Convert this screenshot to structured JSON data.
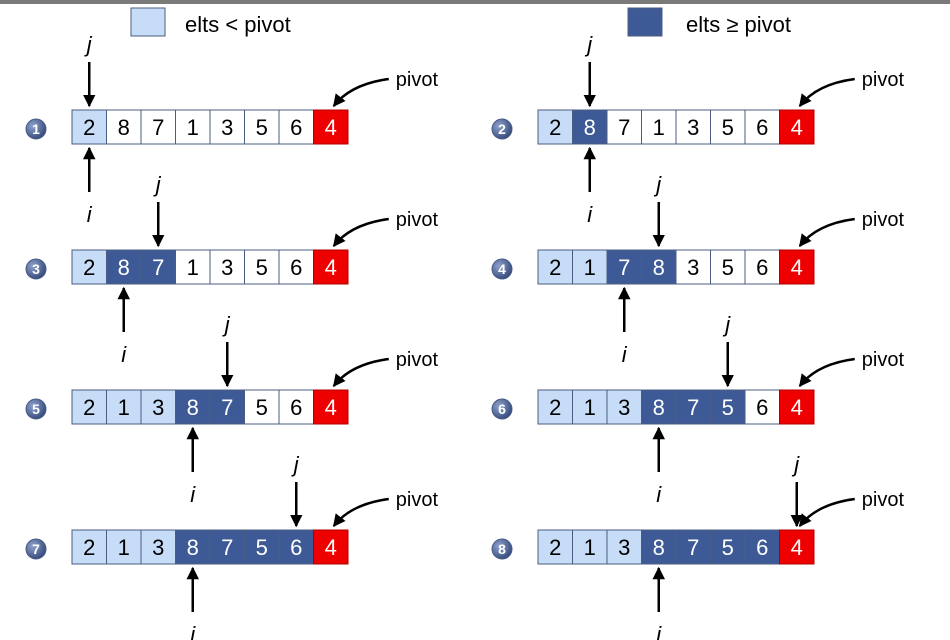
{
  "legend": {
    "less": {
      "label": "elts < pivot",
      "color": "#c6dcf7"
    },
    "geq": {
      "label": "elts ≥ pivot",
      "color": "#3d5a96"
    }
  },
  "colors": {
    "unprocessed": "#ffffff",
    "pivot": "#ee0000",
    "cell_border": "#4a5c80",
    "badge": "#4a5c88"
  },
  "labels": {
    "pivot": "pivot",
    "i": "i",
    "j": "j"
  },
  "steps": [
    {
      "number": "1",
      "values": [
        "2",
        "8",
        "7",
        "1",
        "3",
        "5",
        "6",
        "4"
      ],
      "states": [
        "less",
        "none",
        "none",
        "none",
        "none",
        "none",
        "none",
        "pivot"
      ],
      "j_index": 0,
      "i_index": 0
    },
    {
      "number": "2",
      "values": [
        "2",
        "8",
        "7",
        "1",
        "3",
        "5",
        "6",
        "4"
      ],
      "states": [
        "less",
        "geq",
        "none",
        "none",
        "none",
        "none",
        "none",
        "pivot"
      ],
      "j_index": 1,
      "i_index": 1
    },
    {
      "number": "3",
      "values": [
        "2",
        "8",
        "7",
        "1",
        "3",
        "5",
        "6",
        "4"
      ],
      "states": [
        "less",
        "geq",
        "geq",
        "none",
        "none",
        "none",
        "none",
        "pivot"
      ],
      "j_index": 2,
      "i_index": 1
    },
    {
      "number": "4",
      "values": [
        "2",
        "1",
        "7",
        "8",
        "3",
        "5",
        "6",
        "4"
      ],
      "states": [
        "less",
        "less",
        "geq",
        "geq",
        "none",
        "none",
        "none",
        "pivot"
      ],
      "j_index": 3,
      "i_index": 2
    },
    {
      "number": "5",
      "values": [
        "2",
        "1",
        "3",
        "8",
        "7",
        "5",
        "6",
        "4"
      ],
      "states": [
        "less",
        "less",
        "less",
        "geq",
        "geq",
        "none",
        "none",
        "pivot"
      ],
      "j_index": 4,
      "i_index": 3
    },
    {
      "number": "6",
      "values": [
        "2",
        "1",
        "3",
        "8",
        "7",
        "5",
        "6",
        "4"
      ],
      "states": [
        "less",
        "less",
        "less",
        "geq",
        "geq",
        "geq",
        "none",
        "pivot"
      ],
      "j_index": 5,
      "i_index": 3
    },
    {
      "number": "7",
      "values": [
        "2",
        "1",
        "3",
        "8",
        "7",
        "5",
        "6",
        "4"
      ],
      "states": [
        "less",
        "less",
        "less",
        "geq",
        "geq",
        "geq",
        "geq",
        "pivot"
      ],
      "j_index": 6,
      "i_index": 3
    },
    {
      "number": "8",
      "values": [
        "2",
        "1",
        "3",
        "8",
        "7",
        "5",
        "6",
        "4"
      ],
      "states": [
        "less",
        "less",
        "less",
        "geq",
        "geq",
        "geq",
        "geq",
        "pivot"
      ],
      "j_index": 7,
      "i_index": 3
    }
  ]
}
